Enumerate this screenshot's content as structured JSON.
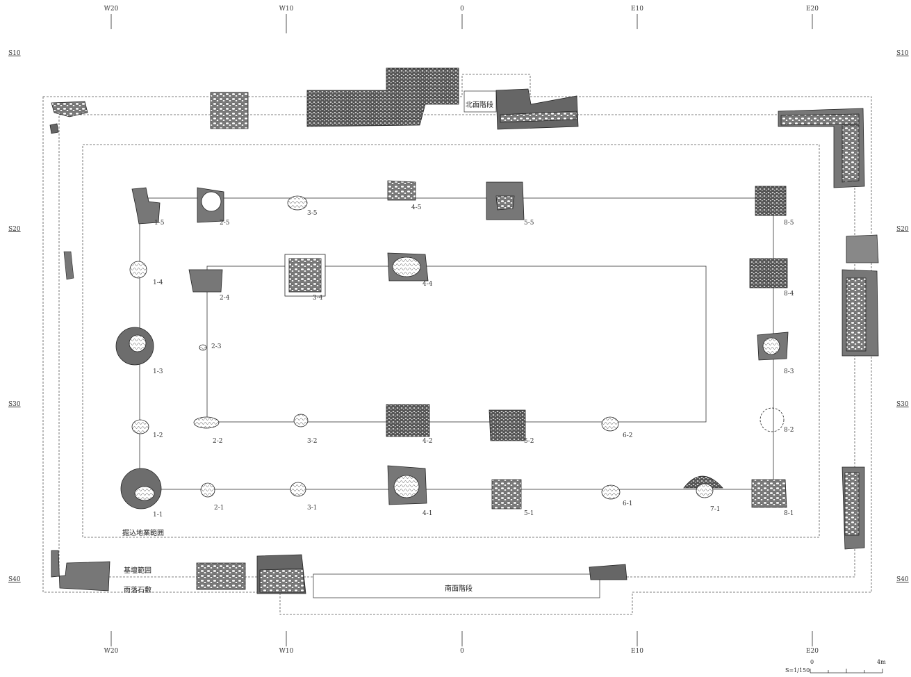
{
  "grid": {
    "x_top": [
      {
        "label": "W20",
        "pos": 160
      },
      {
        "label": "W10",
        "pos": 412
      },
      {
        "label": "0",
        "pos": 665
      },
      {
        "label": "E10",
        "pos": 917
      },
      {
        "label": "E20",
        "pos": 1169
      }
    ],
    "x_bottom": [
      {
        "label": "W20",
        "pos": 160
      },
      {
        "label": "W10",
        "pos": 412
      },
      {
        "label": "0",
        "pos": 665
      },
      {
        "label": "E10",
        "pos": 917
      },
      {
        "label": "E20",
        "pos": 1169
      }
    ],
    "y_left": [
      {
        "label": "S10",
        "pos": 78
      },
      {
        "label": "S20",
        "pos": 331
      },
      {
        "label": "S30",
        "pos": 583
      },
      {
        "label": "S40",
        "pos": 835
      }
    ],
    "y_right": [
      {
        "label": "S10",
        "pos": 78
      },
      {
        "label": "S20",
        "pos": 331
      },
      {
        "label": "S30",
        "pos": 583
      },
      {
        "label": "S40",
        "pos": 835
      }
    ]
  },
  "labels": {
    "north_steps": "北面階段",
    "south_steps": "南面階段",
    "excavation_range": "掘込地業範囲",
    "platform_range": "基壇範囲",
    "drip_paving": "雨落石敷"
  },
  "postholes": [
    {
      "id": "1-5",
      "label": "1-5"
    },
    {
      "id": "2-5",
      "label": "2-5"
    },
    {
      "id": "3-5",
      "label": "3-5"
    },
    {
      "id": "4-5",
      "label": "4-5"
    },
    {
      "id": "5-5",
      "label": "5-5"
    },
    {
      "id": "8-5",
      "label": "8-5"
    },
    {
      "id": "1-4",
      "label": "1-4"
    },
    {
      "id": "2-4",
      "label": "2-4"
    },
    {
      "id": "3-4",
      "label": "3-4"
    },
    {
      "id": "4-4",
      "label": "4-4"
    },
    {
      "id": "8-4",
      "label": "8-4"
    },
    {
      "id": "1-3",
      "label": "1-3"
    },
    {
      "id": "2-3",
      "label": "2-3"
    },
    {
      "id": "8-3",
      "label": "8-3"
    },
    {
      "id": "1-2",
      "label": "1-2"
    },
    {
      "id": "2-2",
      "label": "2-2"
    },
    {
      "id": "3-2",
      "label": "3-2"
    },
    {
      "id": "4-2",
      "label": "4-2"
    },
    {
      "id": "5-2",
      "label": "5-2"
    },
    {
      "id": "6-2",
      "label": "6-2"
    },
    {
      "id": "8-2",
      "label": "8-2"
    },
    {
      "id": "1-1",
      "label": "1-1"
    },
    {
      "id": "2-1",
      "label": "2-1"
    },
    {
      "id": "3-1",
      "label": "3-1"
    },
    {
      "id": "4-1",
      "label": "4-1"
    },
    {
      "id": "5-1",
      "label": "5-1"
    },
    {
      "id": "6-1",
      "label": "6-1"
    },
    {
      "id": "7-1",
      "label": "7-1"
    },
    {
      "id": "8-1",
      "label": "8-1"
    }
  ],
  "scale": {
    "zero": "0",
    "max": "4m",
    "ratio": "S=1/150"
  }
}
